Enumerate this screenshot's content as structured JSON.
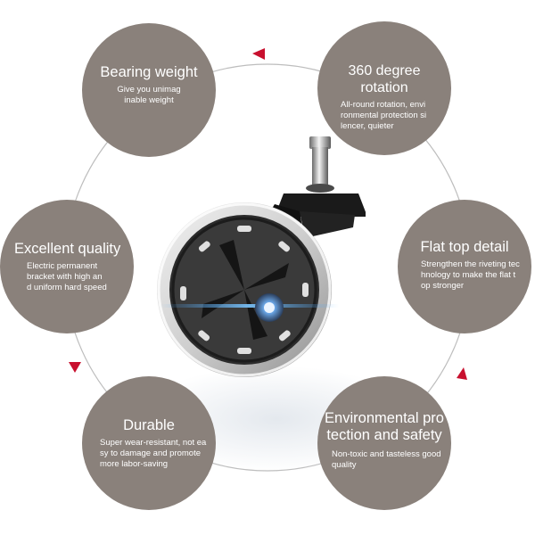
{
  "features": [
    {
      "title": "Bearing weight",
      "desc": "Give you unimag\ninable weight"
    },
    {
      "title": "360 degree rotation",
      "desc": "All-round rotation, envi\nronmental protection si\nlencer, quieter"
    },
    {
      "title": "Excellent quality",
      "desc": "Electric permanent\nbracket with high an\nd uniform hard speed"
    },
    {
      "title": "Flat top detail",
      "desc": "Strengthen the riveting tec\nhnology to make the flat t\nop stronger"
    },
    {
      "title": "Durable",
      "desc": "Super wear-resistant, not ea\nsy to damage and promote\nmore labor-saving"
    },
    {
      "title": "Environmental pro\ntection and safety",
      "desc": "Non-toxic and tasteless good\nquality"
    }
  ],
  "colors": {
    "bubble": "#8a817b",
    "arrow": "#c8102e",
    "ring": "#b8b8b8"
  }
}
